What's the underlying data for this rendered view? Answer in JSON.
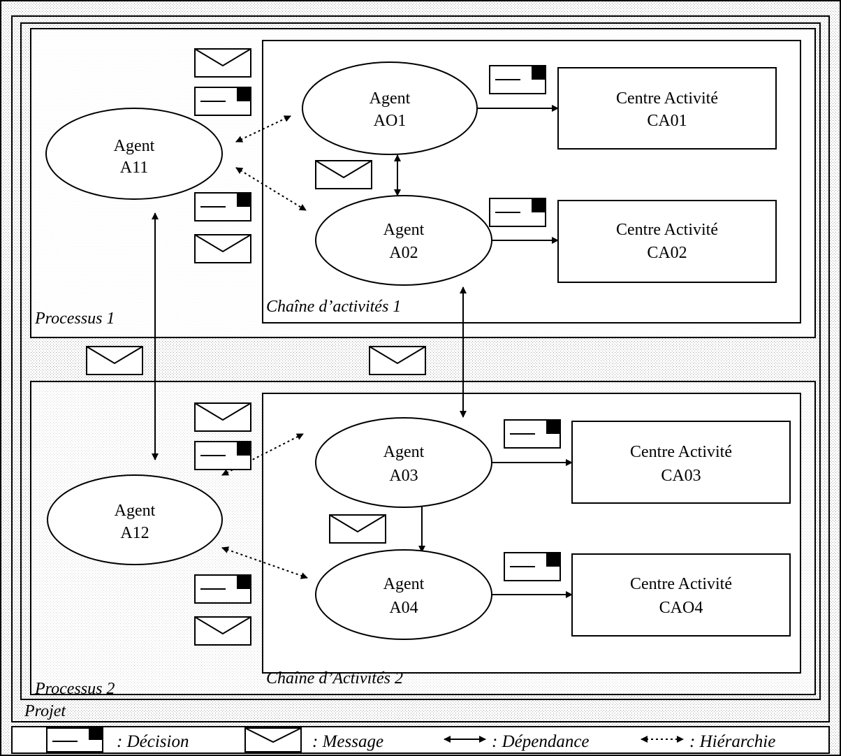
{
  "project_label": "Projet",
  "processes": [
    {
      "label": "Processus 1",
      "chain_label": "Chaîne d’activités 1"
    },
    {
      "label": "Processus 2",
      "chain_label": "Chaîne d’Activités 2"
    }
  ],
  "agents": {
    "a11": {
      "line1": "Agent",
      "line2": "A11"
    },
    "ao1": {
      "line1": "Agent",
      "line2": "AO1"
    },
    "a02": {
      "line1": "Agent",
      "line2": "A02"
    },
    "a12": {
      "line1": "Agent",
      "line2": "A12"
    },
    "a03": {
      "line1": "Agent",
      "line2": "A03"
    },
    "a04": {
      "line1": "Agent",
      "line2": "A04"
    }
  },
  "activity_centers": {
    "ca01": {
      "line1": "Centre Activité",
      "line2": "CA01"
    },
    "ca02": {
      "line1": "Centre Activité",
      "line2": "CA02"
    },
    "ca03": {
      "line1": "Centre Activité",
      "line2": "CA03"
    },
    "cao4": {
      "line1": "Centre Activité",
      "line2": "CAO4"
    }
  },
  "legend": {
    "decision": ": Décision",
    "message": ": Message",
    "dependance": ": Dépendance",
    "hierarchie": ": Hiérarchie"
  }
}
